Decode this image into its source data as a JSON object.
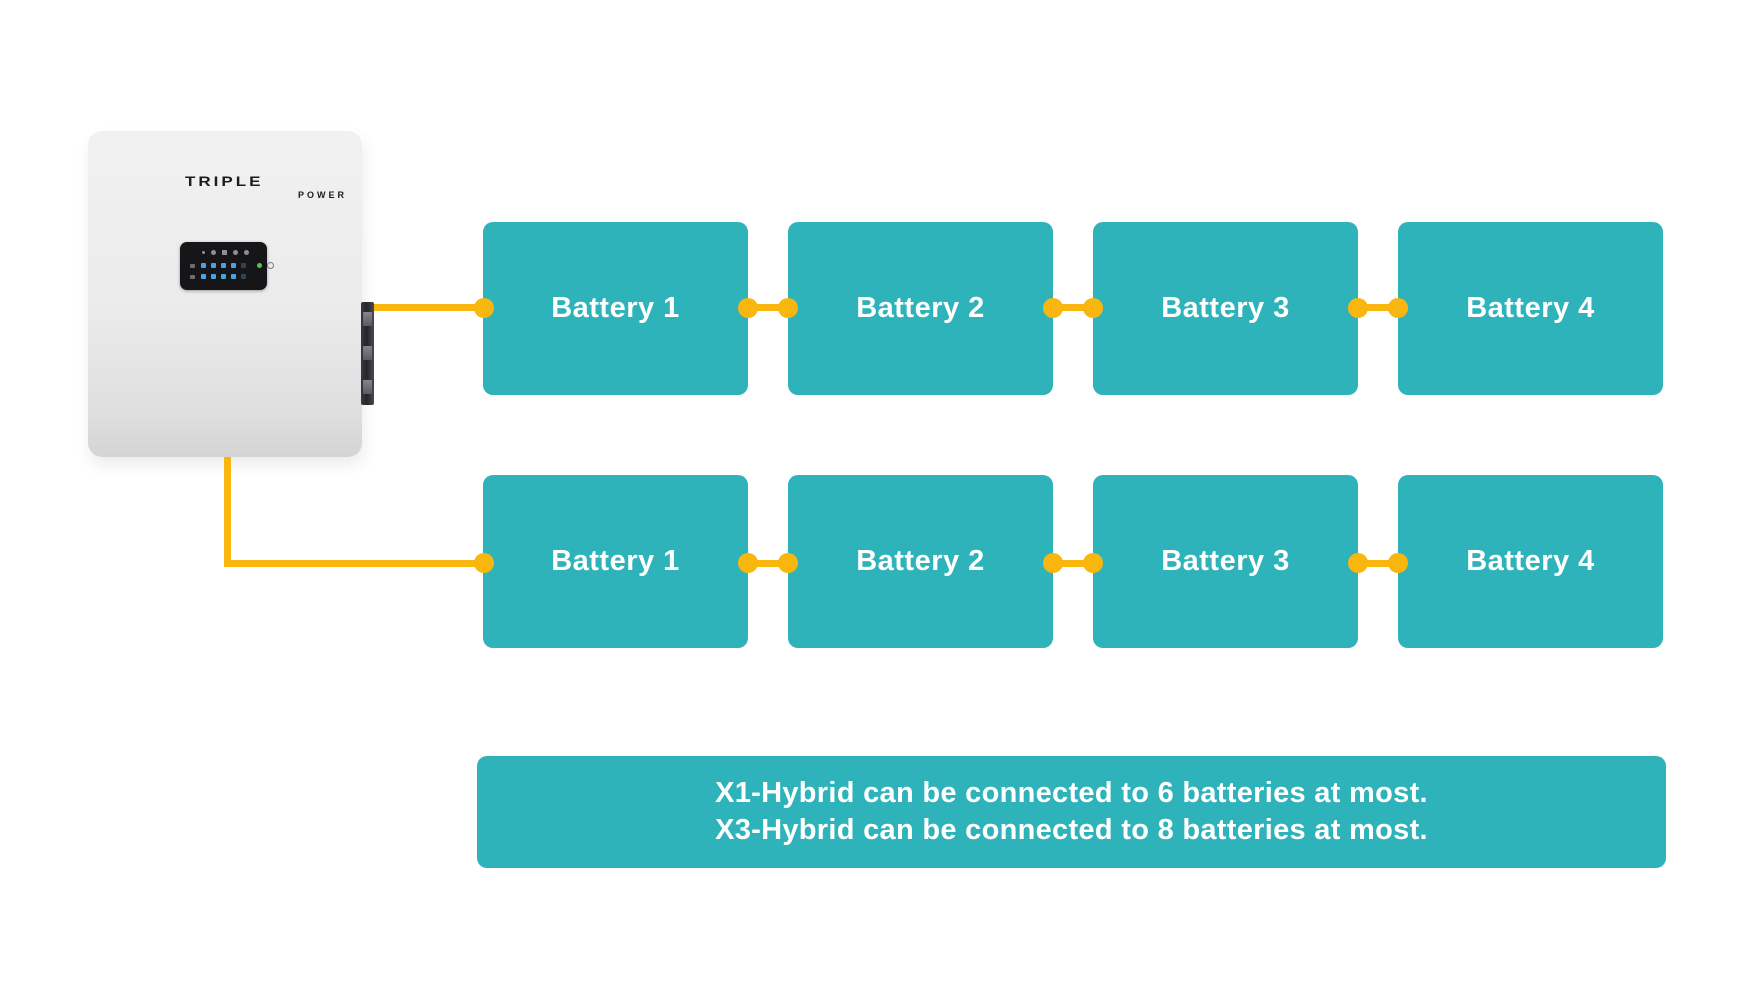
{
  "inverter": {
    "brand": "TRIPLE",
    "brand_sub": "POWER"
  },
  "battery_rows": [
    {
      "name": "row-1",
      "batteries": [
        "Battery 1",
        "Battery 2",
        "Battery 3",
        "Battery 4"
      ]
    },
    {
      "name": "row-2",
      "batteries": [
        "Battery 1",
        "Battery 2",
        "Battery 3",
        "Battery 4"
      ]
    }
  ],
  "note": {
    "line1": "X1-Hybrid can be connected to 6 batteries at most.",
    "line2": "X3-Hybrid can be connected to 8 batteries at most."
  },
  "colors": {
    "teal": "#2FB3BA",
    "wire_yellow": "#F9B60E",
    "device_body": "#ECECED",
    "panel_black": "#161618",
    "led_blue": "#43A6E8",
    "led_green": "#4CC94C",
    "logo_black": "#1C1C1E",
    "text_white": "#FFFFFF"
  }
}
